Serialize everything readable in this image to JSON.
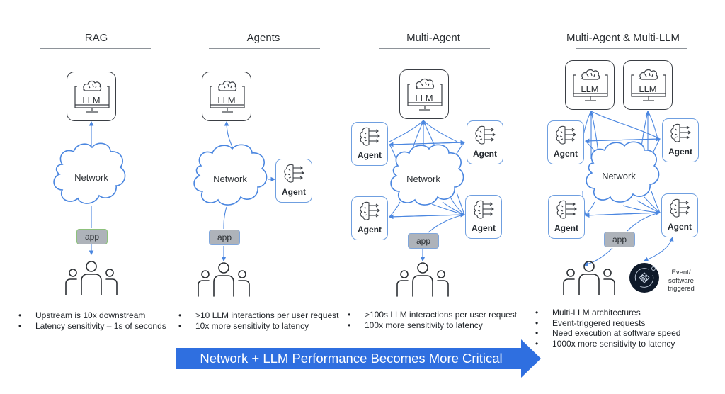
{
  "columns": [
    {
      "title": "RAG",
      "llm_label": "LLM",
      "network_label": "Network",
      "app_label": "app",
      "bullets": [
        "Upstream is 10x downstream",
        "Latency sensitivity – 1s of seconds"
      ]
    },
    {
      "title": "Agents",
      "llm_label": "LLM",
      "network_label": "Network",
      "app_label": "app",
      "agent_label": "Agent",
      "bullets": [
        ">10 LLM interactions per user request",
        "10x more sensitivity to latency"
      ]
    },
    {
      "title": "Multi-Agent",
      "llm_label": "LLM",
      "network_label": "Network",
      "app_label": "app",
      "agent_label": "Agent",
      "bullets": [
        ">100s LLM interactions per user request",
        "100x more sensitivity to latency"
      ]
    },
    {
      "title": "Multi-Agent & Multi-LLM",
      "llm_label": "LLM",
      "network_label": "Network",
      "app_label": "app",
      "agent_label": "Agent",
      "event_label": "Event/ software triggered",
      "bullets": [
        "Multi-LLM architectures",
        "Event-triggered requests",
        "Need execution at software speed",
        "1000x more sensitivity to latency"
      ]
    }
  ],
  "banner": {
    "text": "Network + LLM Performance Becomes More Critical",
    "color": "#2f6fe0"
  },
  "colors": {
    "link": "#4a86e0",
    "agent_border": "#6f9fe0",
    "app_fill": "#aeb3ba",
    "event_circle": "#0f1a2a"
  }
}
